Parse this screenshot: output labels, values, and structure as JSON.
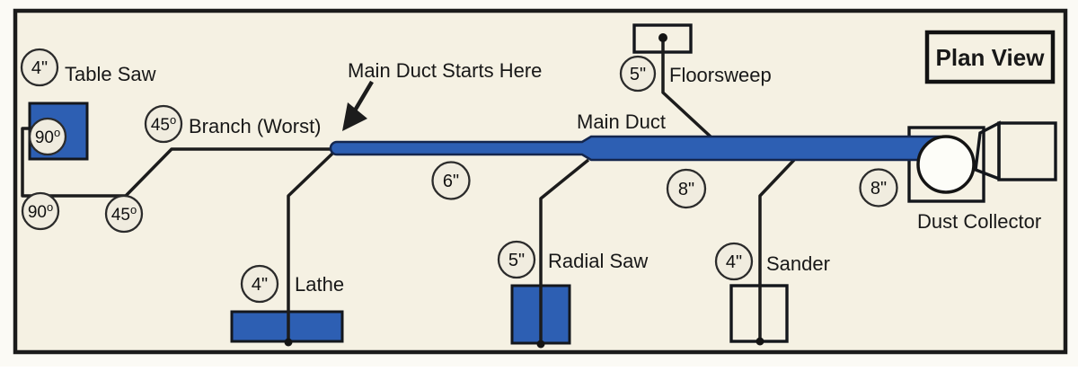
{
  "colors": {
    "duct_blue": "#2d5fb3",
    "background": "#f5f1e3",
    "badge_fill": "#f0ecdf",
    "line": "#1c1c1c"
  },
  "plan_view_label": "Plan View",
  "annotations": {
    "main_duct_starts_here": "Main Duct Starts Here",
    "main_duct": "Main Duct",
    "branch_worst": "Branch (Worst)"
  },
  "machines": {
    "table_saw": {
      "label": "Table Saw",
      "size": "4\""
    },
    "lathe": {
      "label": "Lathe",
      "size": "4\""
    },
    "radial_saw": {
      "label": "Radial Saw",
      "size": "5\""
    },
    "sander": {
      "label": "Sander",
      "size": "4\""
    },
    "floorsweep": {
      "label": "Floorsweep",
      "size": "5\""
    },
    "dust_collector": {
      "label": "Dust Collector"
    }
  },
  "duct_sizes": {
    "branch_to_main": "6\"",
    "main_mid": "8\"",
    "main_end": "8\""
  },
  "angles": {
    "elbow90_a": {
      "value": "90",
      "sup": "o"
    },
    "elbow90_b": {
      "value": "90",
      "sup": "o"
    },
    "elbow45_a": {
      "value": "45",
      "sup": "o"
    },
    "elbow45_b": {
      "value": "45",
      "sup": "o"
    }
  }
}
